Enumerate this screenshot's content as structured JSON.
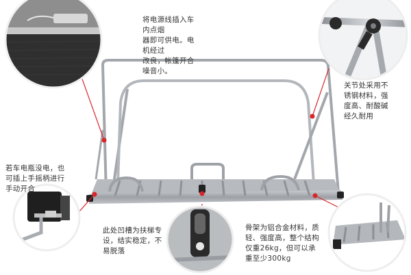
{
  "callouts": {
    "power": {
      "lines": [
        "将电源线插入车内点烟",
        "器即可供电。电机经过",
        "改良，帐篷开合噪音小。"
      ]
    },
    "joint": {
      "lines": [
        "关节处采用不",
        "锈钢材料，强",
        "度高、耐酸碱",
        "经久耐用"
      ]
    },
    "battery": {
      "lines": [
        "若车电瓶没电，也",
        "可插上手摇柄进行",
        "手动开合"
      ]
    },
    "groove": {
      "lines": [
        "此处凹槽为扶梯专",
        "设，结实稳定，不",
        "易脱落"
      ]
    },
    "frame": {
      "lines": [
        "骨架为铝合金材料，质",
        "轻、强度高，整个结构",
        "仅重26kg，但可以承",
        "重至少300kg"
      ]
    }
  },
  "colors": {
    "accent_red": "#d8262b",
    "frame_silver": "#a9adb2",
    "dark": "#2a2a2a"
  },
  "icons": {
    "power_plug": "power-plug-icon",
    "joint_hinge": "joint-hinge-icon",
    "hand_crank": "hand-crank-icon",
    "ladder_groove": "ladder-groove-icon",
    "frame_corner": "frame-corner-icon"
  }
}
